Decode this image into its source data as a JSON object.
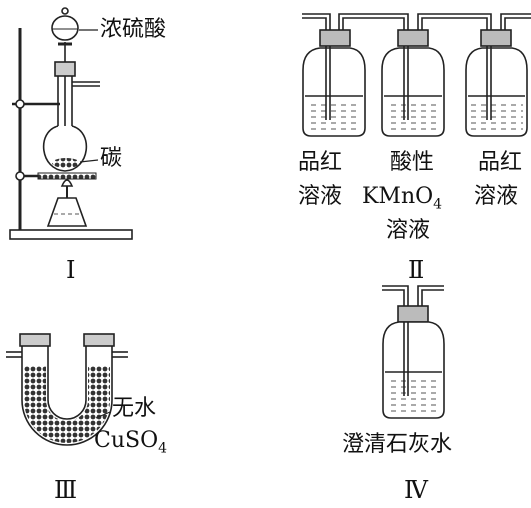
{
  "apparatus": {
    "I": {
      "numeral": "Ⅰ",
      "acid_label": "浓硫酸",
      "carbon_label": "碳"
    },
    "II": {
      "numeral": "Ⅱ",
      "bottle1_line1": "品红",
      "bottle1_line2": "溶液",
      "bottle2_line1": "酸性",
      "bottle2_line2_main": "KMnO",
      "bottle2_line2_sub": "4",
      "bottle2_line3": "溶液",
      "bottle3_line1": "品红",
      "bottle3_line2": "溶液"
    },
    "III": {
      "numeral": "Ⅲ",
      "label_line1": "无水",
      "label_line2_main": "CuSO",
      "label_line2_sub": "4"
    },
    "IV": {
      "numeral": "Ⅳ",
      "label": "澄清石灰水"
    }
  }
}
